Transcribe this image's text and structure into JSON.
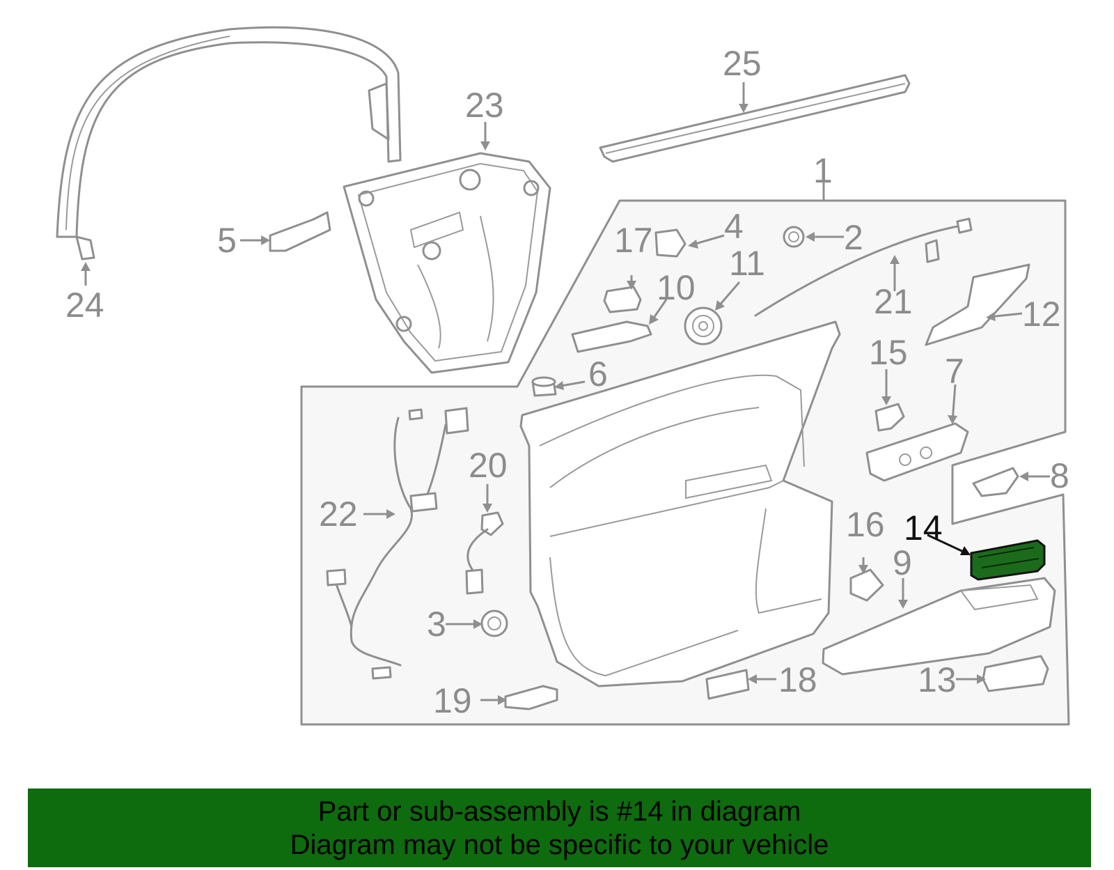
{
  "colors": {
    "line": "#8f8f8f",
    "highlight_part": "#1c6b1c",
    "banner_bg": "#0e6b0e",
    "banner_text": "#000000"
  },
  "callouts": [
    {
      "id": "1",
      "text": "1"
    },
    {
      "id": "2",
      "text": "2"
    },
    {
      "id": "3",
      "text": "3"
    },
    {
      "id": "4",
      "text": "4"
    },
    {
      "id": "5",
      "text": "5"
    },
    {
      "id": "6",
      "text": "6"
    },
    {
      "id": "7",
      "text": "7"
    },
    {
      "id": "8",
      "text": "8"
    },
    {
      "id": "9",
      "text": "9"
    },
    {
      "id": "10",
      "text": "10"
    },
    {
      "id": "11",
      "text": "11"
    },
    {
      "id": "12",
      "text": "12"
    },
    {
      "id": "13",
      "text": "13"
    },
    {
      "id": "14",
      "text": "14"
    },
    {
      "id": "15",
      "text": "15"
    },
    {
      "id": "16",
      "text": "16"
    },
    {
      "id": "17",
      "text": "17"
    },
    {
      "id": "18",
      "text": "18"
    },
    {
      "id": "19",
      "text": "19"
    },
    {
      "id": "20",
      "text": "20"
    },
    {
      "id": "21",
      "text": "21"
    },
    {
      "id": "22",
      "text": "22"
    },
    {
      "id": "23",
      "text": "23"
    },
    {
      "id": "24",
      "text": "24"
    },
    {
      "id": "25",
      "text": "25"
    }
  ],
  "highlighted_part": "14",
  "banner": {
    "line1": "Part or sub-assembly is #14 in diagram",
    "line2": "Diagram may not be specific to your vehicle"
  }
}
